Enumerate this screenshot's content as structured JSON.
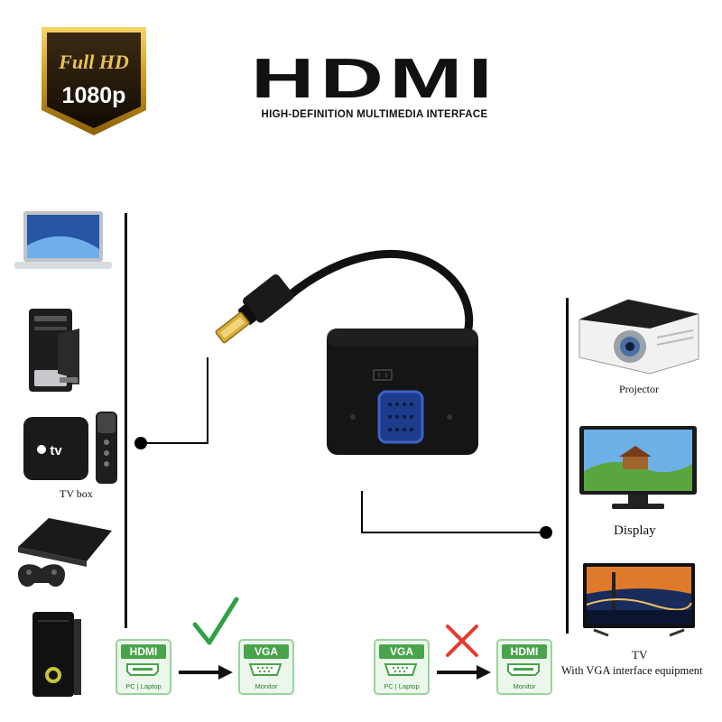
{
  "badge": {
    "line1": "Full HD",
    "line2": "1080p"
  },
  "logo": {
    "wordmark": "HDMI",
    "subtitle": "HIGH-DEFINITION MULTIMEDIA INTERFACE"
  },
  "devices_left": {
    "tvbox_label": "TV box"
  },
  "devices_right": {
    "projector_label": "Projector",
    "display_label": "Display",
    "tv_label": "TV",
    "tv_sub_label": "With VGA interface equipment"
  },
  "compat": {
    "ok": {
      "from_tag": "HDMI",
      "from_cap": "PC | Laptop",
      "to_tag": "VGA",
      "to_cap": "Monitor"
    },
    "bad": {
      "from_tag": "VGA",
      "from_cap": "PC | Laptop",
      "to_tag": "HDMI",
      "to_cap": "Monitor"
    }
  },
  "colors": {
    "green": "#49a34a",
    "check": "#2fa043",
    "cross": "#e43b2e",
    "gold": "#c9971c"
  }
}
